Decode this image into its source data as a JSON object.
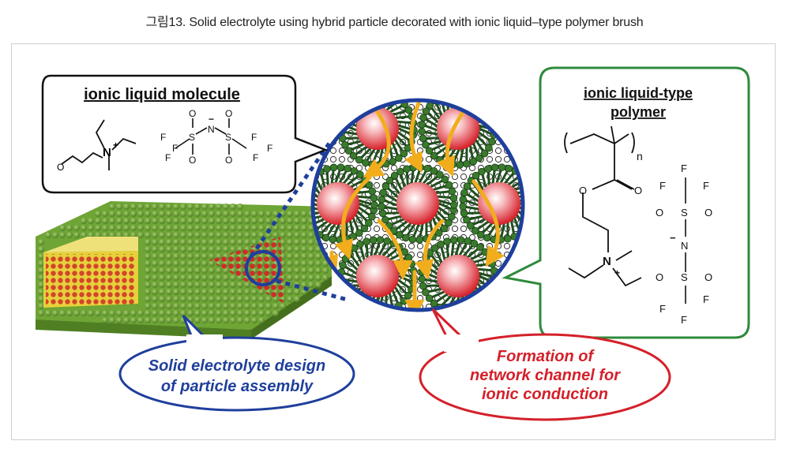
{
  "caption": "그림13. Solid electrolyte using hybrid particle decorated with ionic liquid–type polymer brush",
  "callouts": {
    "ionic_liquid_molecule": "ionic liquid molecule",
    "ionic_liquid_type_polymer_line1": "ionic liquid-type",
    "ionic_liquid_type_polymer_line2": "polymer",
    "solid_electrolyte_line1": "Solid electrolyte design",
    "solid_electrolyte_line2": "of particle assembly",
    "formation_line1": "Formation of",
    "formation_line2": "network channel for",
    "formation_line3": "ionic conduction"
  },
  "chem": {
    "n_plus": "N",
    "plus": "+",
    "n_minus": "N",
    "minus": "−",
    "s": "S",
    "o": "O",
    "f": "F",
    "subscript_n": "n"
  },
  "colors": {
    "molecule_border": "#111111",
    "polymer_border": "#2e8b3c",
    "blue_accent": "#1f3f9c",
    "red_accent": "#d4202a",
    "arrow_orange": "#f2ad1d",
    "brush_green": "#2f6b2a",
    "block_green": "#6da43a",
    "particle_red": "#e0303a"
  }
}
